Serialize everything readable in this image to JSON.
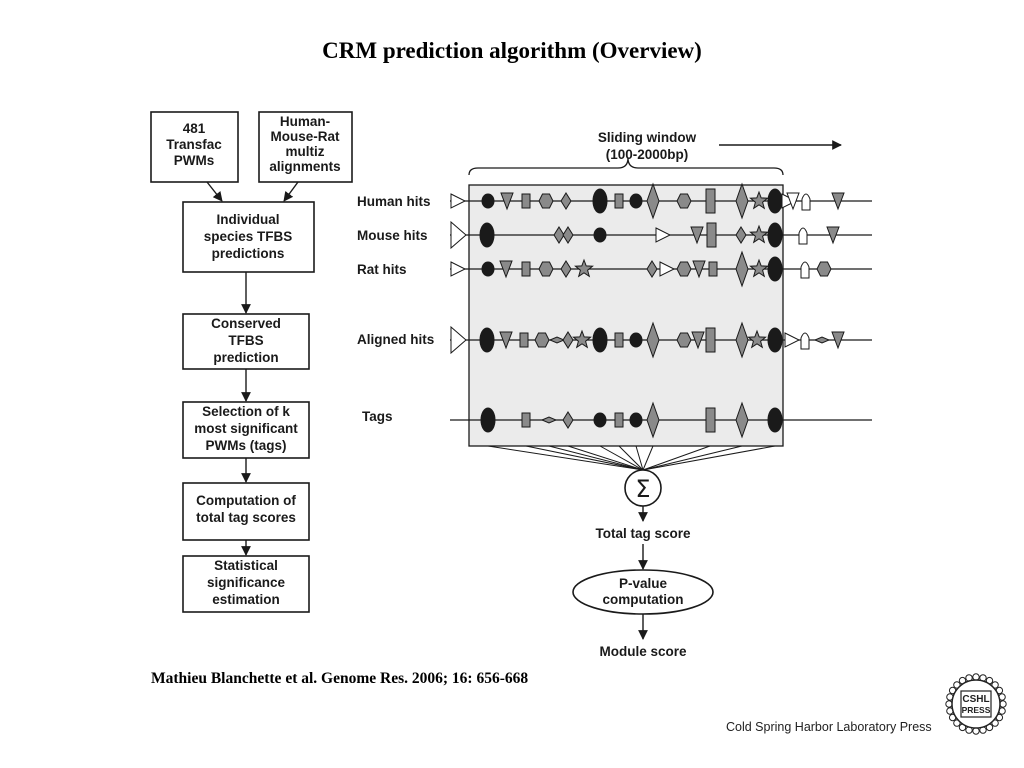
{
  "title": "CRM prediction algorithm (Overview)",
  "flowchart": {
    "inputs": [
      {
        "lines": [
          "481",
          "Transfac",
          "PWMs"
        ]
      },
      {
        "lines": [
          "Human-",
          "Mouse-Rat",
          "multiz",
          "alignments"
        ]
      }
    ],
    "steps": [
      {
        "lines": [
          "Individual",
          "species TFBS",
          "predictions"
        ]
      },
      {
        "lines": [
          "Conserved",
          "TFBS",
          "prediction"
        ]
      },
      {
        "lines": [
          "Selection of k",
          "most significant",
          "PWMs (tags)"
        ]
      },
      {
        "lines": [
          "Computation of",
          "total tag scores"
        ]
      },
      {
        "lines": [
          "Statistical",
          "significance",
          "estimation"
        ]
      }
    ]
  },
  "window": {
    "label_lines": [
      "Sliding window",
      "(100-2000bp)"
    ]
  },
  "tracks": [
    {
      "label": "Human hits"
    },
    {
      "label": "Mouse hits"
    },
    {
      "label": "Rat hits"
    },
    {
      "label": "Aligned hits"
    },
    {
      "label": "Tags"
    }
  ],
  "scoring": {
    "sum_symbol": "Σ",
    "total_label": "Total tag score",
    "pvalue_lines": [
      "P-value",
      "computation"
    ],
    "module_label": "Module score"
  },
  "citation": "Mathieu Blanchette et al. Genome Res. 2006; 16: 656-668",
  "publisher": "Cold Spring Harbor Laboratory Press",
  "logo": {
    "lines": [
      "CSHL",
      "PRESS"
    ]
  },
  "colors": {
    "shape_gray": "#8a8a8a",
    "window_fill": "#ebebeb",
    "ink": "#1a1a1a"
  }
}
